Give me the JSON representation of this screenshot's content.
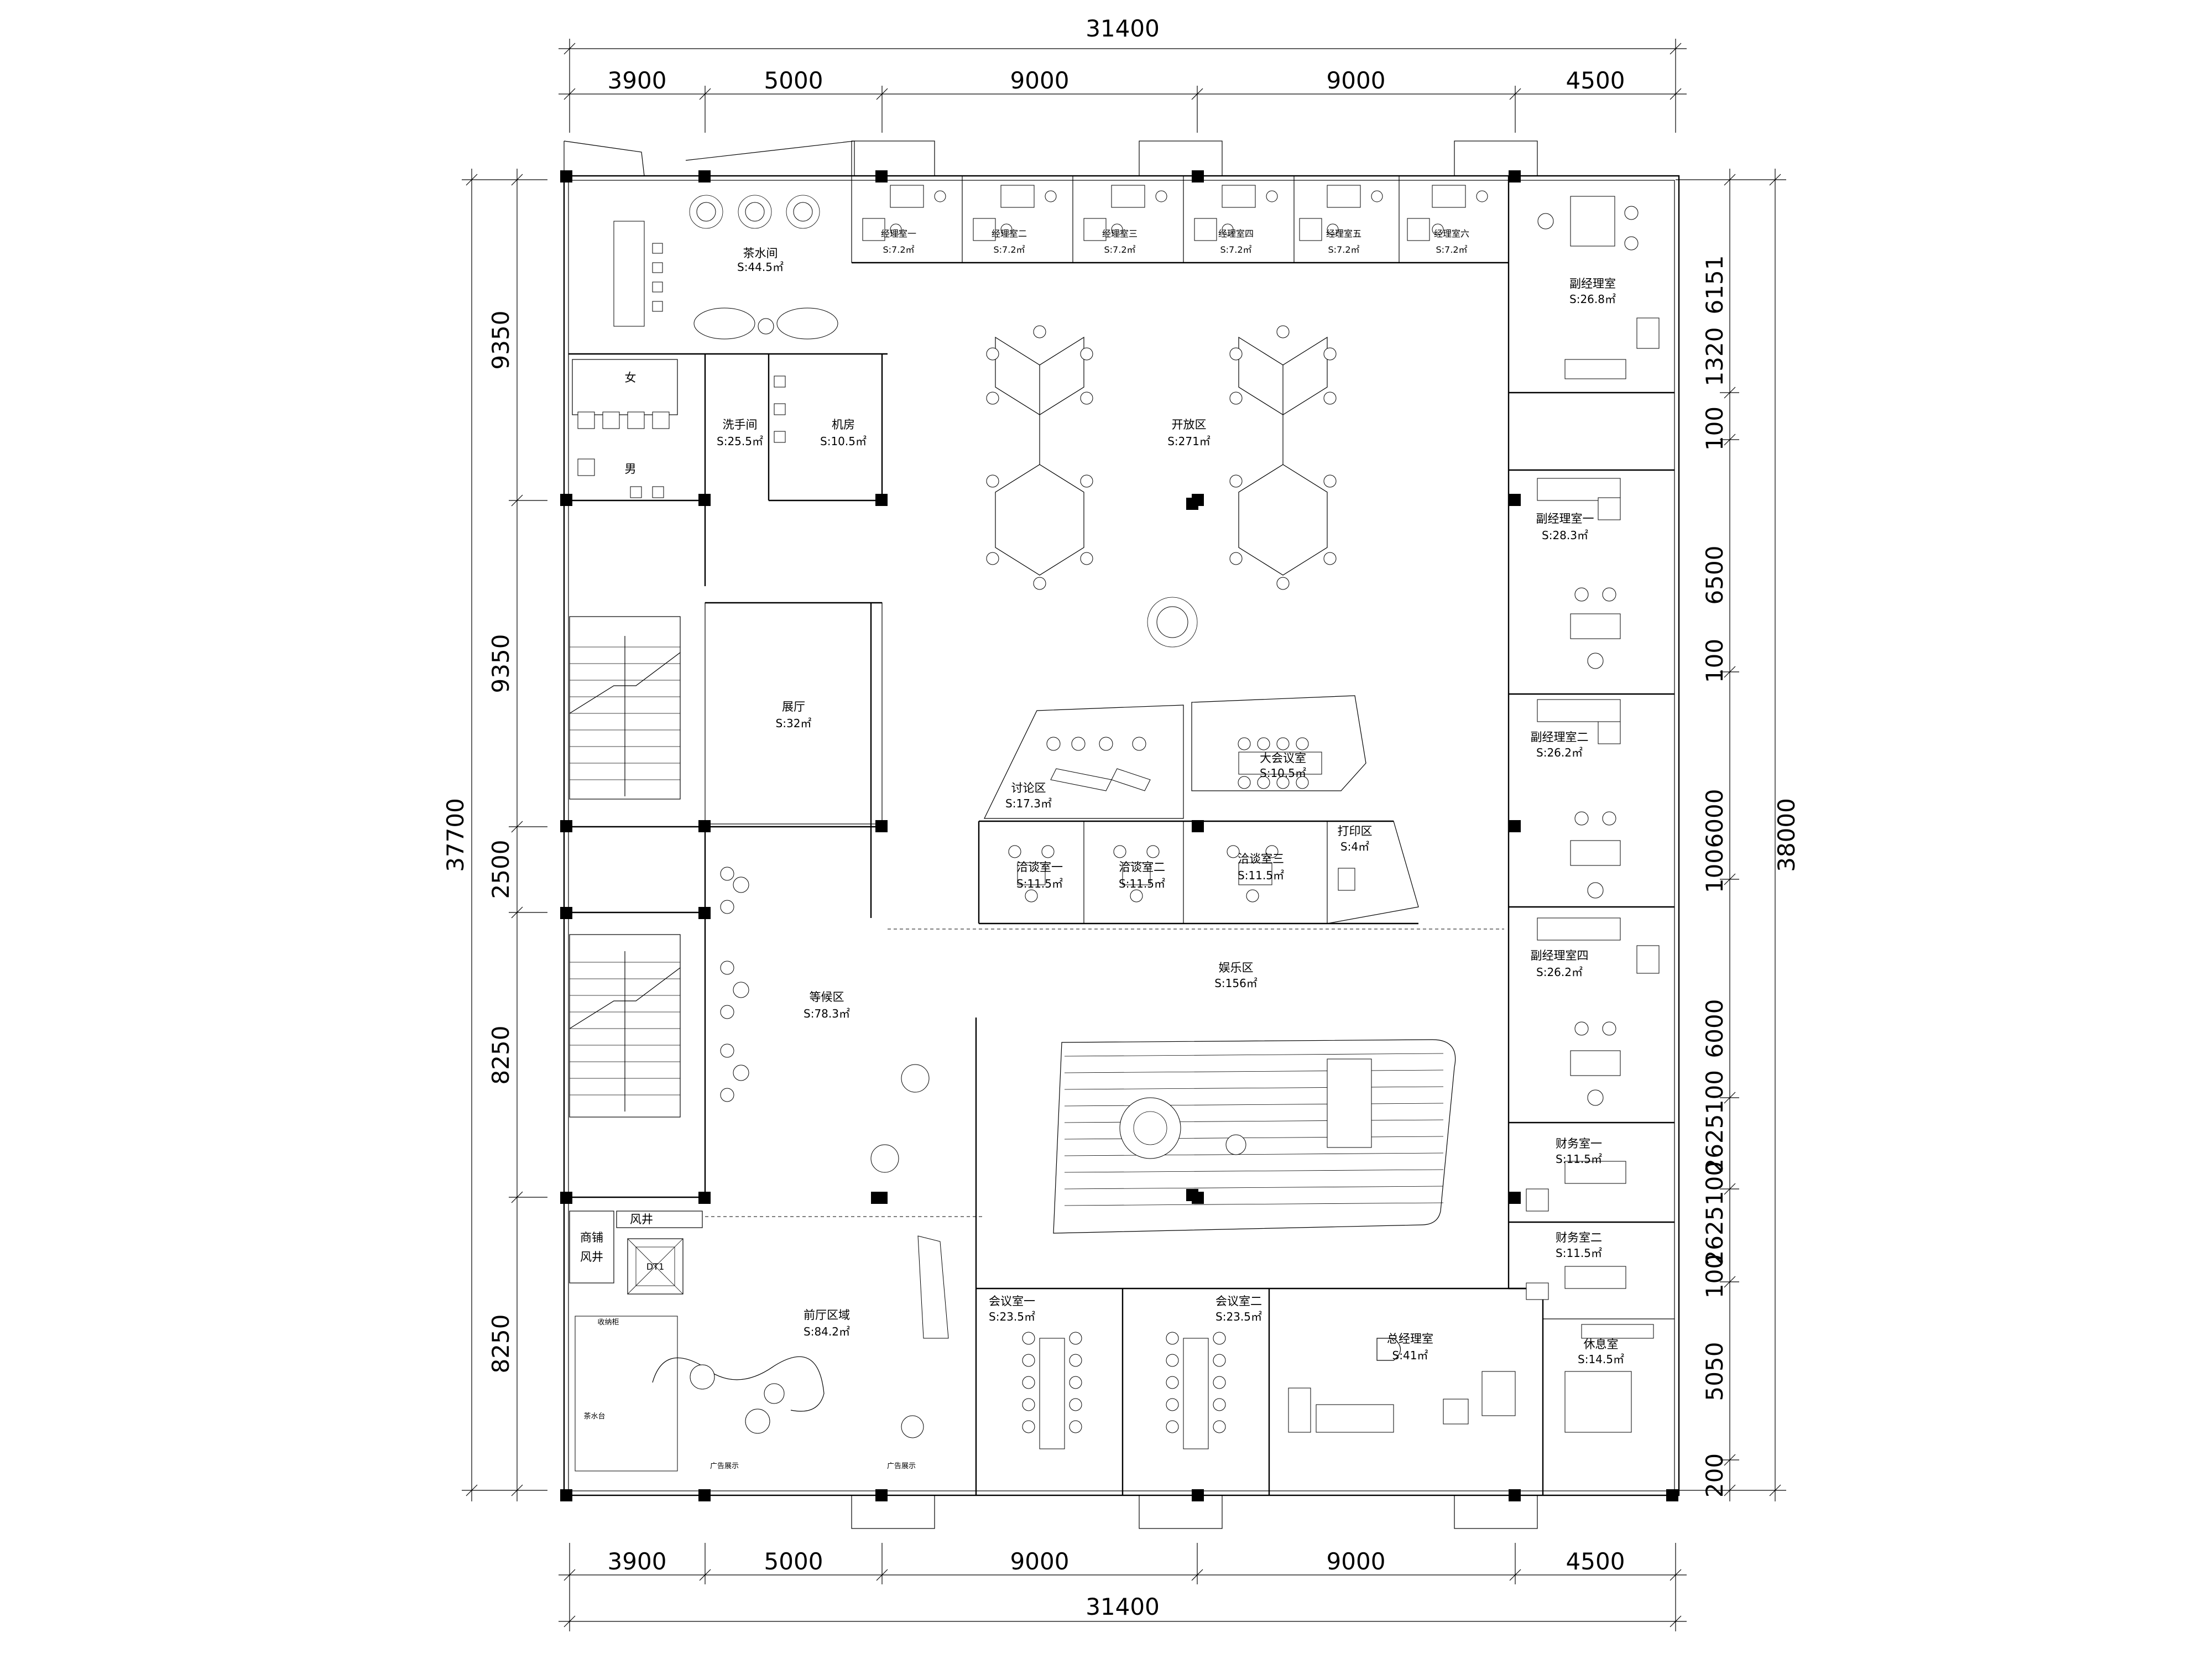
{
  "dimensions": {
    "top_total": "31400",
    "top_segments": [
      "3900",
      "5000",
      "9000",
      "9000",
      "4500"
    ],
    "bottom_segments": [
      "3900",
      "5000",
      "9000",
      "9000",
      "4500"
    ],
    "bottom_total": "31400",
    "left_total": "37700",
    "left_segments": [
      "9350",
      "9350",
      "2500",
      "8250",
      "8250"
    ],
    "right_total": "38000",
    "right_segments": [
      "6151",
      "1320",
      "100",
      "6500",
      "100",
      "6000",
      "100",
      "6000",
      "100",
      "2625",
      "100",
      "2625",
      "100",
      "5050",
      "200"
    ]
  },
  "rooms": {
    "tea_room": {
      "name": "茶水间",
      "area": "S:44.5㎡"
    },
    "manager_1": {
      "name": "经理室一",
      "area": "S:7.2㎡"
    },
    "manager_2": {
      "name": "经理室二",
      "area": "S:7.2㎡"
    },
    "manager_3": {
      "name": "经理室三",
      "area": "S:7.2㎡"
    },
    "manager_4": {
      "name": "经理室四",
      "area": "S:7.2㎡"
    },
    "manager_5": {
      "name": "经理室五",
      "area": "S:7.2㎡"
    },
    "manager_6": {
      "name": "经理室六",
      "area": "S:7.2㎡"
    },
    "deputy_gm_main": {
      "name": "副经理室",
      "area": "S:26.8㎡"
    },
    "female_wc": {
      "name": "女"
    },
    "male_wc": {
      "name": "男"
    },
    "washroom": {
      "name": "洗手间",
      "area": "S:25.5㎡"
    },
    "machine_room": {
      "name": "机房",
      "area": "S:10.5㎡"
    },
    "open_area": {
      "name": "开放区",
      "area": "S:271㎡"
    },
    "deputy_gm_1": {
      "name": "副经理室一",
      "area": "S:28.3㎡"
    },
    "exhibition_hall": {
      "name": "展厅",
      "area": "S:32㎡"
    },
    "discussion": {
      "name": "讨论区",
      "area": "S:17.3㎡"
    },
    "big_meeting": {
      "name": "大会议室",
      "area": "S:10.5㎡"
    },
    "deputy_gm_2": {
      "name": "副经理室二",
      "area": "S:26.2㎡"
    },
    "negotiation_1": {
      "name": "洽谈室一",
      "area": "S:11.5㎡"
    },
    "negotiation_2": {
      "name": "洽谈室二",
      "area": "S:11.5㎡"
    },
    "negotiation_3": {
      "name": "洽谈室三",
      "area": "S:11.5㎡"
    },
    "print_area": {
      "name": "打印区",
      "area": "S:4㎡"
    },
    "waiting_area": {
      "name": "等候区",
      "area": "S:78.3㎡"
    },
    "entertainment": {
      "name": "娱乐区",
      "area": "S:156㎡"
    },
    "deputy_gm_4": {
      "name": "副经理室四",
      "area": "S:26.2㎡"
    },
    "finance_1": {
      "name": "财务室一",
      "area": "S:11.5㎡"
    },
    "finance_2": {
      "name": "财务室二",
      "area": "S:11.5㎡"
    },
    "shaft": {
      "name": "风井"
    },
    "shop_shaft_1": {
      "name": "商铺"
    },
    "shop_shaft_2": {
      "name": "风井"
    },
    "elevator": {
      "name": "DT1"
    },
    "lobby": {
      "name": "前厅区域",
      "area": "S:84.2㎡"
    },
    "meeting_1": {
      "name": "会议室一",
      "area": "S:23.5㎡"
    },
    "meeting_2": {
      "name": "会议室二",
      "area": "S:23.5㎡"
    },
    "gm_office": {
      "name": "总经理室",
      "area": "S:41㎡"
    },
    "rest_room": {
      "name": "休息室",
      "area": "S:14.5㎡"
    }
  },
  "small_labels": {
    "storage": "收纳柜",
    "tea_counter": "茶水台",
    "glass_wall_1": "广告展示",
    "glass_wall_2": "广告展示"
  }
}
